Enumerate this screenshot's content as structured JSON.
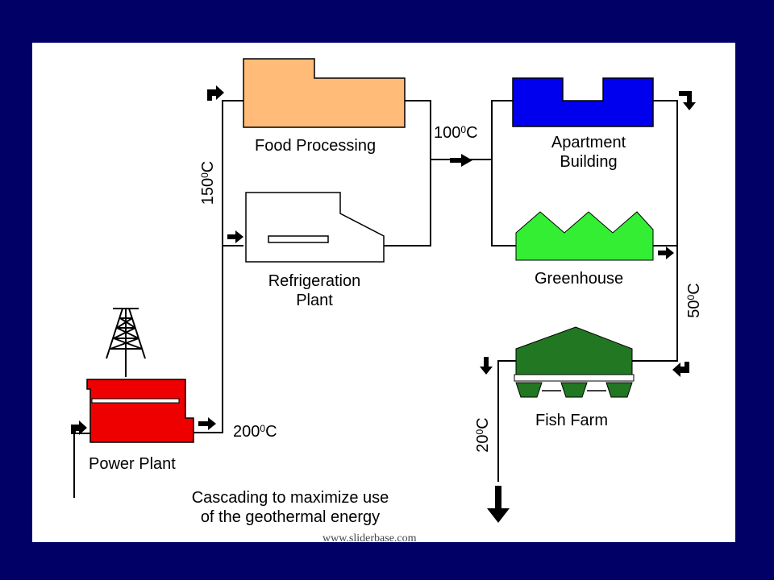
{
  "labels": {
    "food_processing": "Food Processing",
    "refrigeration_line1": "Refrigeration",
    "refrigeration_line2": "Plant",
    "apartment_line1": "Apartment",
    "apartment_line2": "Building",
    "greenhouse": "Greenhouse",
    "fish_farm": "Fish Farm",
    "power_plant": "Power Plant"
  },
  "temperatures": {
    "t200": {
      "num": "200",
      "sup": "0",
      "unit": "C"
    },
    "t150": {
      "num": "150",
      "sup": "0",
      "unit": "C"
    },
    "t100": {
      "num": "100",
      "sup": "0",
      "unit": "C"
    },
    "t50": {
      "num": "50",
      "sup": "0",
      "unit": "C"
    },
    "t20": {
      "num": "20",
      "sup": "0",
      "unit": "C"
    }
  },
  "caption_line1": "Cascading to maximize use",
  "caption_line2": "of the geothermal energy",
  "watermark": "www.sliderbase.com",
  "colors": {
    "background": "#000066",
    "food_processing": "#ffbb77",
    "apartment": "#0000ee",
    "greenhouse": "#33ee33",
    "fish_farm": "#227722",
    "power_plant": "#ee0000"
  }
}
